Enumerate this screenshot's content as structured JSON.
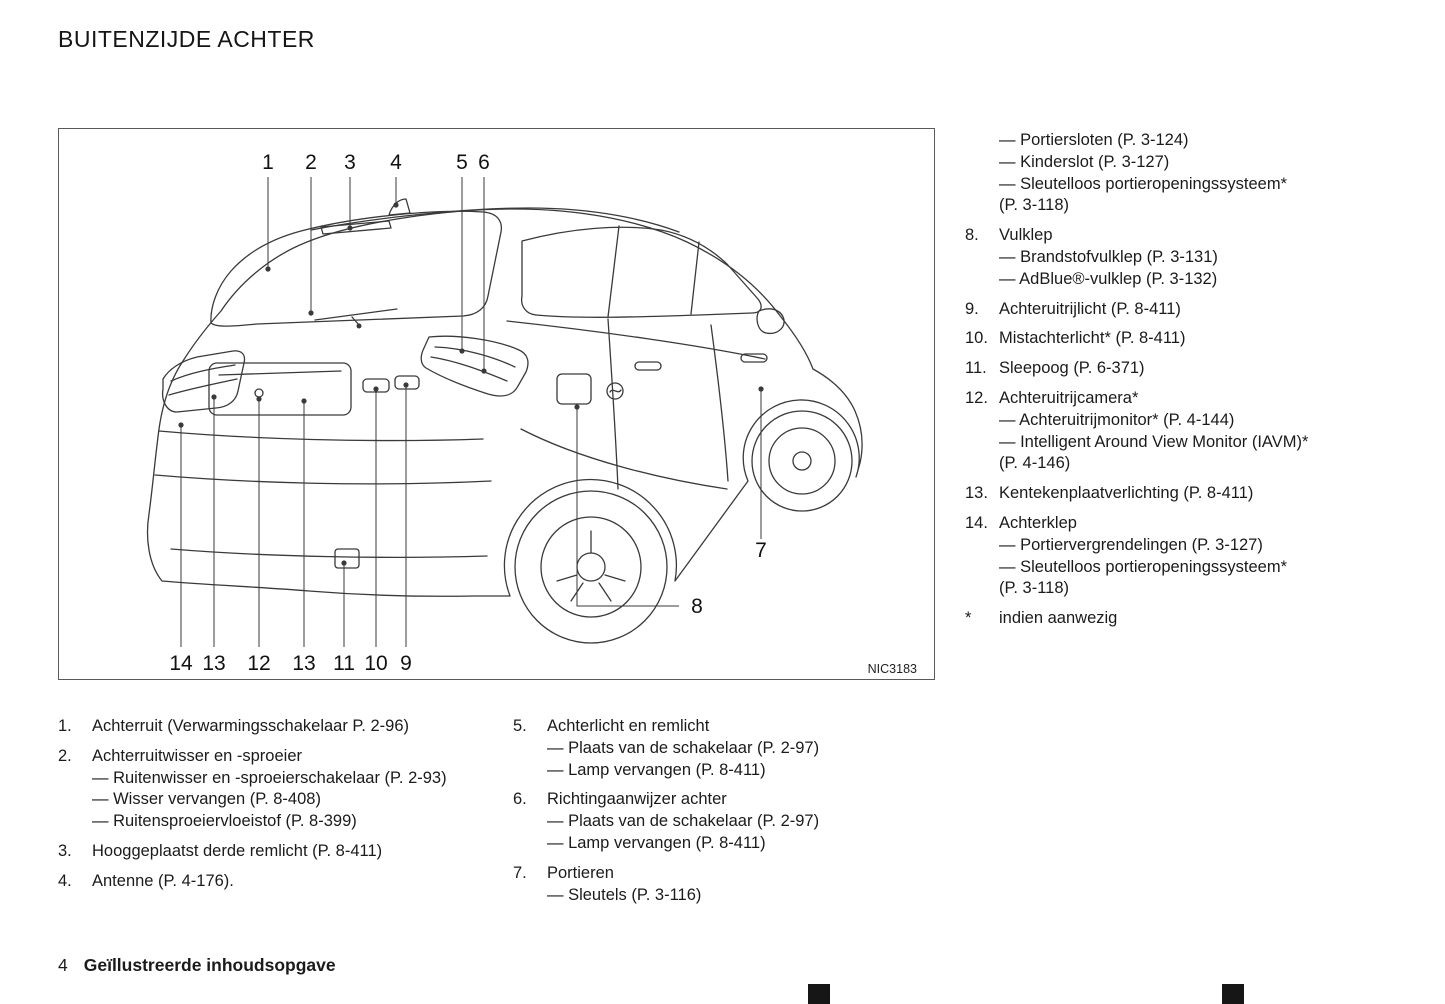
{
  "page": {
    "title": "BUITENZIJDE ACHTER",
    "footer_page_number": "4",
    "footer_section": "Geïllustreerde inhoudsopgave",
    "figure_code": "NIC3183"
  },
  "callouts": {
    "top": [
      "1",
      "2",
      "3",
      "4",
      "5",
      "6"
    ],
    "bottom": [
      "14",
      "13",
      "12",
      "13",
      "11",
      "10",
      "9"
    ],
    "seven": "7",
    "eight": "8"
  },
  "list_left": [
    {
      "n": "1.",
      "t": "Achterruit (Verwarmingsschakelaar P. 2-96)"
    },
    {
      "n": "2.",
      "t": "Achterruitwisser en -sproeier"
    },
    {
      "n": "",
      "t": "— Ruitenwisser en -sproeierschakelaar (P. 2-93)"
    },
    {
      "n": "",
      "t": "— Wisser vervangen (P. 8-408)"
    },
    {
      "n": "",
      "t": "— Ruitensproeiervloeistof (P. 8-399)"
    },
    {
      "n": "3.",
      "t": "Hooggeplaatst derde remlicht (P. 8-411)"
    },
    {
      "n": "4.",
      "t": "Antenne (P. 4-176)."
    }
  ],
  "list_mid": [
    {
      "n": "5.",
      "t": "Achterlicht en remlicht"
    },
    {
      "n": "",
      "t": "— Plaats van de schakelaar (P. 2-97)"
    },
    {
      "n": "",
      "t": "— Lamp vervangen (P. 8-411)"
    },
    {
      "n": "6.",
      "t": "Richtingaanwijzer achter"
    },
    {
      "n": "",
      "t": "— Plaats van de schakelaar (P. 2-97)"
    },
    {
      "n": "",
      "t": "— Lamp vervangen (P. 8-411)"
    },
    {
      "n": "7.",
      "t": "Portieren"
    },
    {
      "n": "",
      "t": "— Sleutels (P. 3-116)"
    }
  ],
  "list_right": [
    {
      "n": "",
      "t": "— Portiersloten (P. 3-124)"
    },
    {
      "n": "",
      "t": "— Kinderslot (P. 3-127)"
    },
    {
      "n": "",
      "t": "— Sleutelloos portieropeningssysteem*"
    },
    {
      "n": "",
      "t": "(P. 3-118)"
    },
    {
      "n": "8.",
      "t": "Vulklep"
    },
    {
      "n": "",
      "t": "— Brandstofvulklep (P. 3-131)"
    },
    {
      "n": "",
      "t": "— AdBlue®-vulklep (P. 3-132)"
    },
    {
      "n": "9.",
      "t": "Achteruitrijlicht (P. 8-411)"
    },
    {
      "n": "10.",
      "t": "Mistachterlicht* (P. 8-411)"
    },
    {
      "n": "11.",
      "t": "Sleepoog (P. 6-371)"
    },
    {
      "n": "12.",
      "t": "Achteruitrijcamera*"
    },
    {
      "n": "",
      "t": "— Achteruitrijmonitor* (P. 4-144)"
    },
    {
      "n": "",
      "t": "— Intelligent Around View Monitor (IAVM)*"
    },
    {
      "n": "",
      "t": "(P. 4-146)"
    },
    {
      "n": "13.",
      "t": "Kentekenplaatverlichting (P. 8-411)"
    },
    {
      "n": "14.",
      "t": "Achterklep"
    },
    {
      "n": "",
      "t": "— Portiervergrendelingen (P. 3-127)"
    },
    {
      "n": "",
      "t": "— Sleutelloos portieropeningssysteem*"
    },
    {
      "n": "",
      "t": "(P. 3-118)"
    },
    {
      "n": "*",
      "t": "indien aanwezig"
    }
  ]
}
